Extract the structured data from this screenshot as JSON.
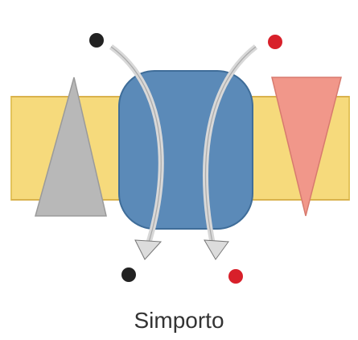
{
  "caption": "Simporto",
  "colors": {
    "membrane": "#f6da7c",
    "membrane_edge": "#e3c35a",
    "transporter": "#5b8ab8",
    "transporter_edge": "#3f6d99",
    "triangle_gray": "#b8b8b8",
    "triangle_pink": "#f1978a",
    "solute_black": "#222222",
    "solute_red": "#d8202a",
    "arrow": "#d8d8d8"
  },
  "solutes": [
    {
      "name": "black-solute",
      "color": "black"
    },
    {
      "name": "red-solute",
      "color": "red"
    }
  ]
}
